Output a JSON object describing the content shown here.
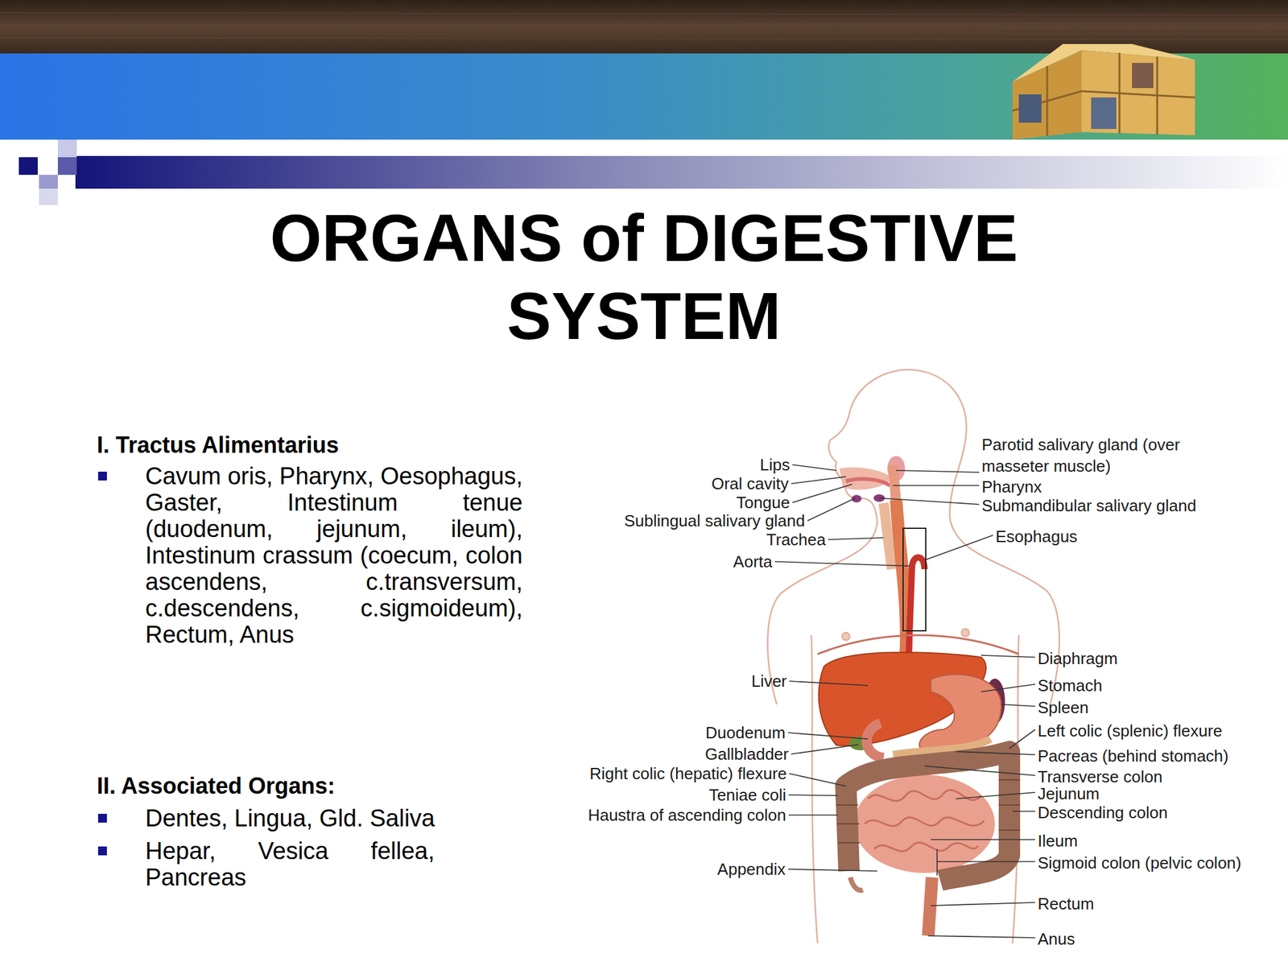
{
  "diagram": {
    "title": "ORGANS of DIGESTIVE SYSTEM",
    "labels": [
      "I. Tractus Alimentarius",
      "Cavum oris, Pharynx, Oesophagus, Gaster, Intestinum tenue (duodenum, jejunum, ileum), Intestinum crassum (coecum, colon ascendens, c.transversum, c.descendens, c.sigmoideum), Rectum, Anus",
      "II. Associated Organs:",
      "Dentes, Lingua, Gld. Saliva",
      "Hepar, Vesica fellea, Pancreas",
      "Lips",
      "Oral cavity",
      "Tongue",
      "Sublingual salivary gland",
      "Trachea",
      "Aorta",
      "Liver",
      "Duodenum",
      "Gallbladder",
      "Right colic (hepatic) flexure",
      "Teniae coli",
      "Haustra of ascending colon",
      "Appendix",
      "Parotid salivary gland (over masseter muscle)",
      "Pharynx",
      "Submandibular salivary gland",
      "Esophagus",
      "Diaphragm",
      "Stomach",
      "Spleen",
      "Left colic (splenic) flexure",
      "Pacreas (behind stomach)",
      "Transverse colon",
      "Jejunum",
      "Descending colon",
      "Ileum",
      "Sigmoid colon (pelvic colon)",
      "Rectum",
      "Anus"
    ]
  }
}
